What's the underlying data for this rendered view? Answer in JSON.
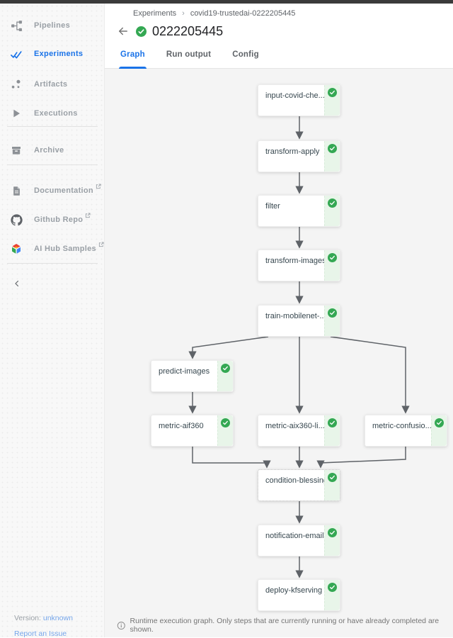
{
  "sidebar": {
    "items": [
      {
        "label": "Pipelines",
        "icon": "pipelines-icon"
      },
      {
        "label": "Experiments",
        "icon": "experiments-icon",
        "active": true
      },
      {
        "label": "Artifacts",
        "icon": "artifacts-icon"
      },
      {
        "label": "Executions",
        "icon": "executions-icon"
      },
      {
        "label": "Archive",
        "icon": "archive-icon"
      }
    ],
    "links": [
      {
        "label": "Documentation",
        "icon": "document-icon"
      },
      {
        "label": "Github Repo",
        "icon": "github-icon"
      },
      {
        "label": "AI Hub Samples",
        "icon": "aihub-icon"
      }
    ],
    "version_label": "Version:",
    "version_value": "unknown",
    "report_link": "Report an Issue"
  },
  "header": {
    "breadcrumb_root": "Experiments",
    "breadcrumb_separator": "›",
    "breadcrumb_current": "covid19-trustedai-0222205445",
    "title": "0222205445",
    "status_icon": "check-circle-success"
  },
  "tabs": [
    {
      "label": "Graph",
      "active": true
    },
    {
      "label": "Run output",
      "active": false
    },
    {
      "label": "Config",
      "active": false
    }
  ],
  "graph": {
    "nodes": [
      {
        "label": "input-covid-che...",
        "status": "succeeded"
      },
      {
        "label": "transform-apply",
        "status": "succeeded"
      },
      {
        "label": "filter",
        "status": "succeeded"
      },
      {
        "label": "transform-images",
        "status": "succeeded"
      },
      {
        "label": "train-mobilenet-...",
        "status": "succeeded"
      },
      {
        "label": "predict-images",
        "status": "succeeded"
      },
      {
        "label": "metric-aif360",
        "status": "succeeded"
      },
      {
        "label": "metric-aix360-li...",
        "status": "succeeded"
      },
      {
        "label": "metric-confusio...",
        "status": "succeeded"
      },
      {
        "label": "condition-blessing",
        "status": "succeeded"
      },
      {
        "label": "notification-email",
        "status": "succeeded"
      },
      {
        "label": "deploy-kfserving",
        "status": "succeeded"
      }
    ]
  },
  "footer": {
    "message": "Runtime execution graph. Only steps that are currently running or have already completed are shown."
  },
  "colors": {
    "accent": "#1a73e8",
    "success_green": "#34a853",
    "success_bg": "#e8f5e9",
    "edge": "#5f6368"
  }
}
